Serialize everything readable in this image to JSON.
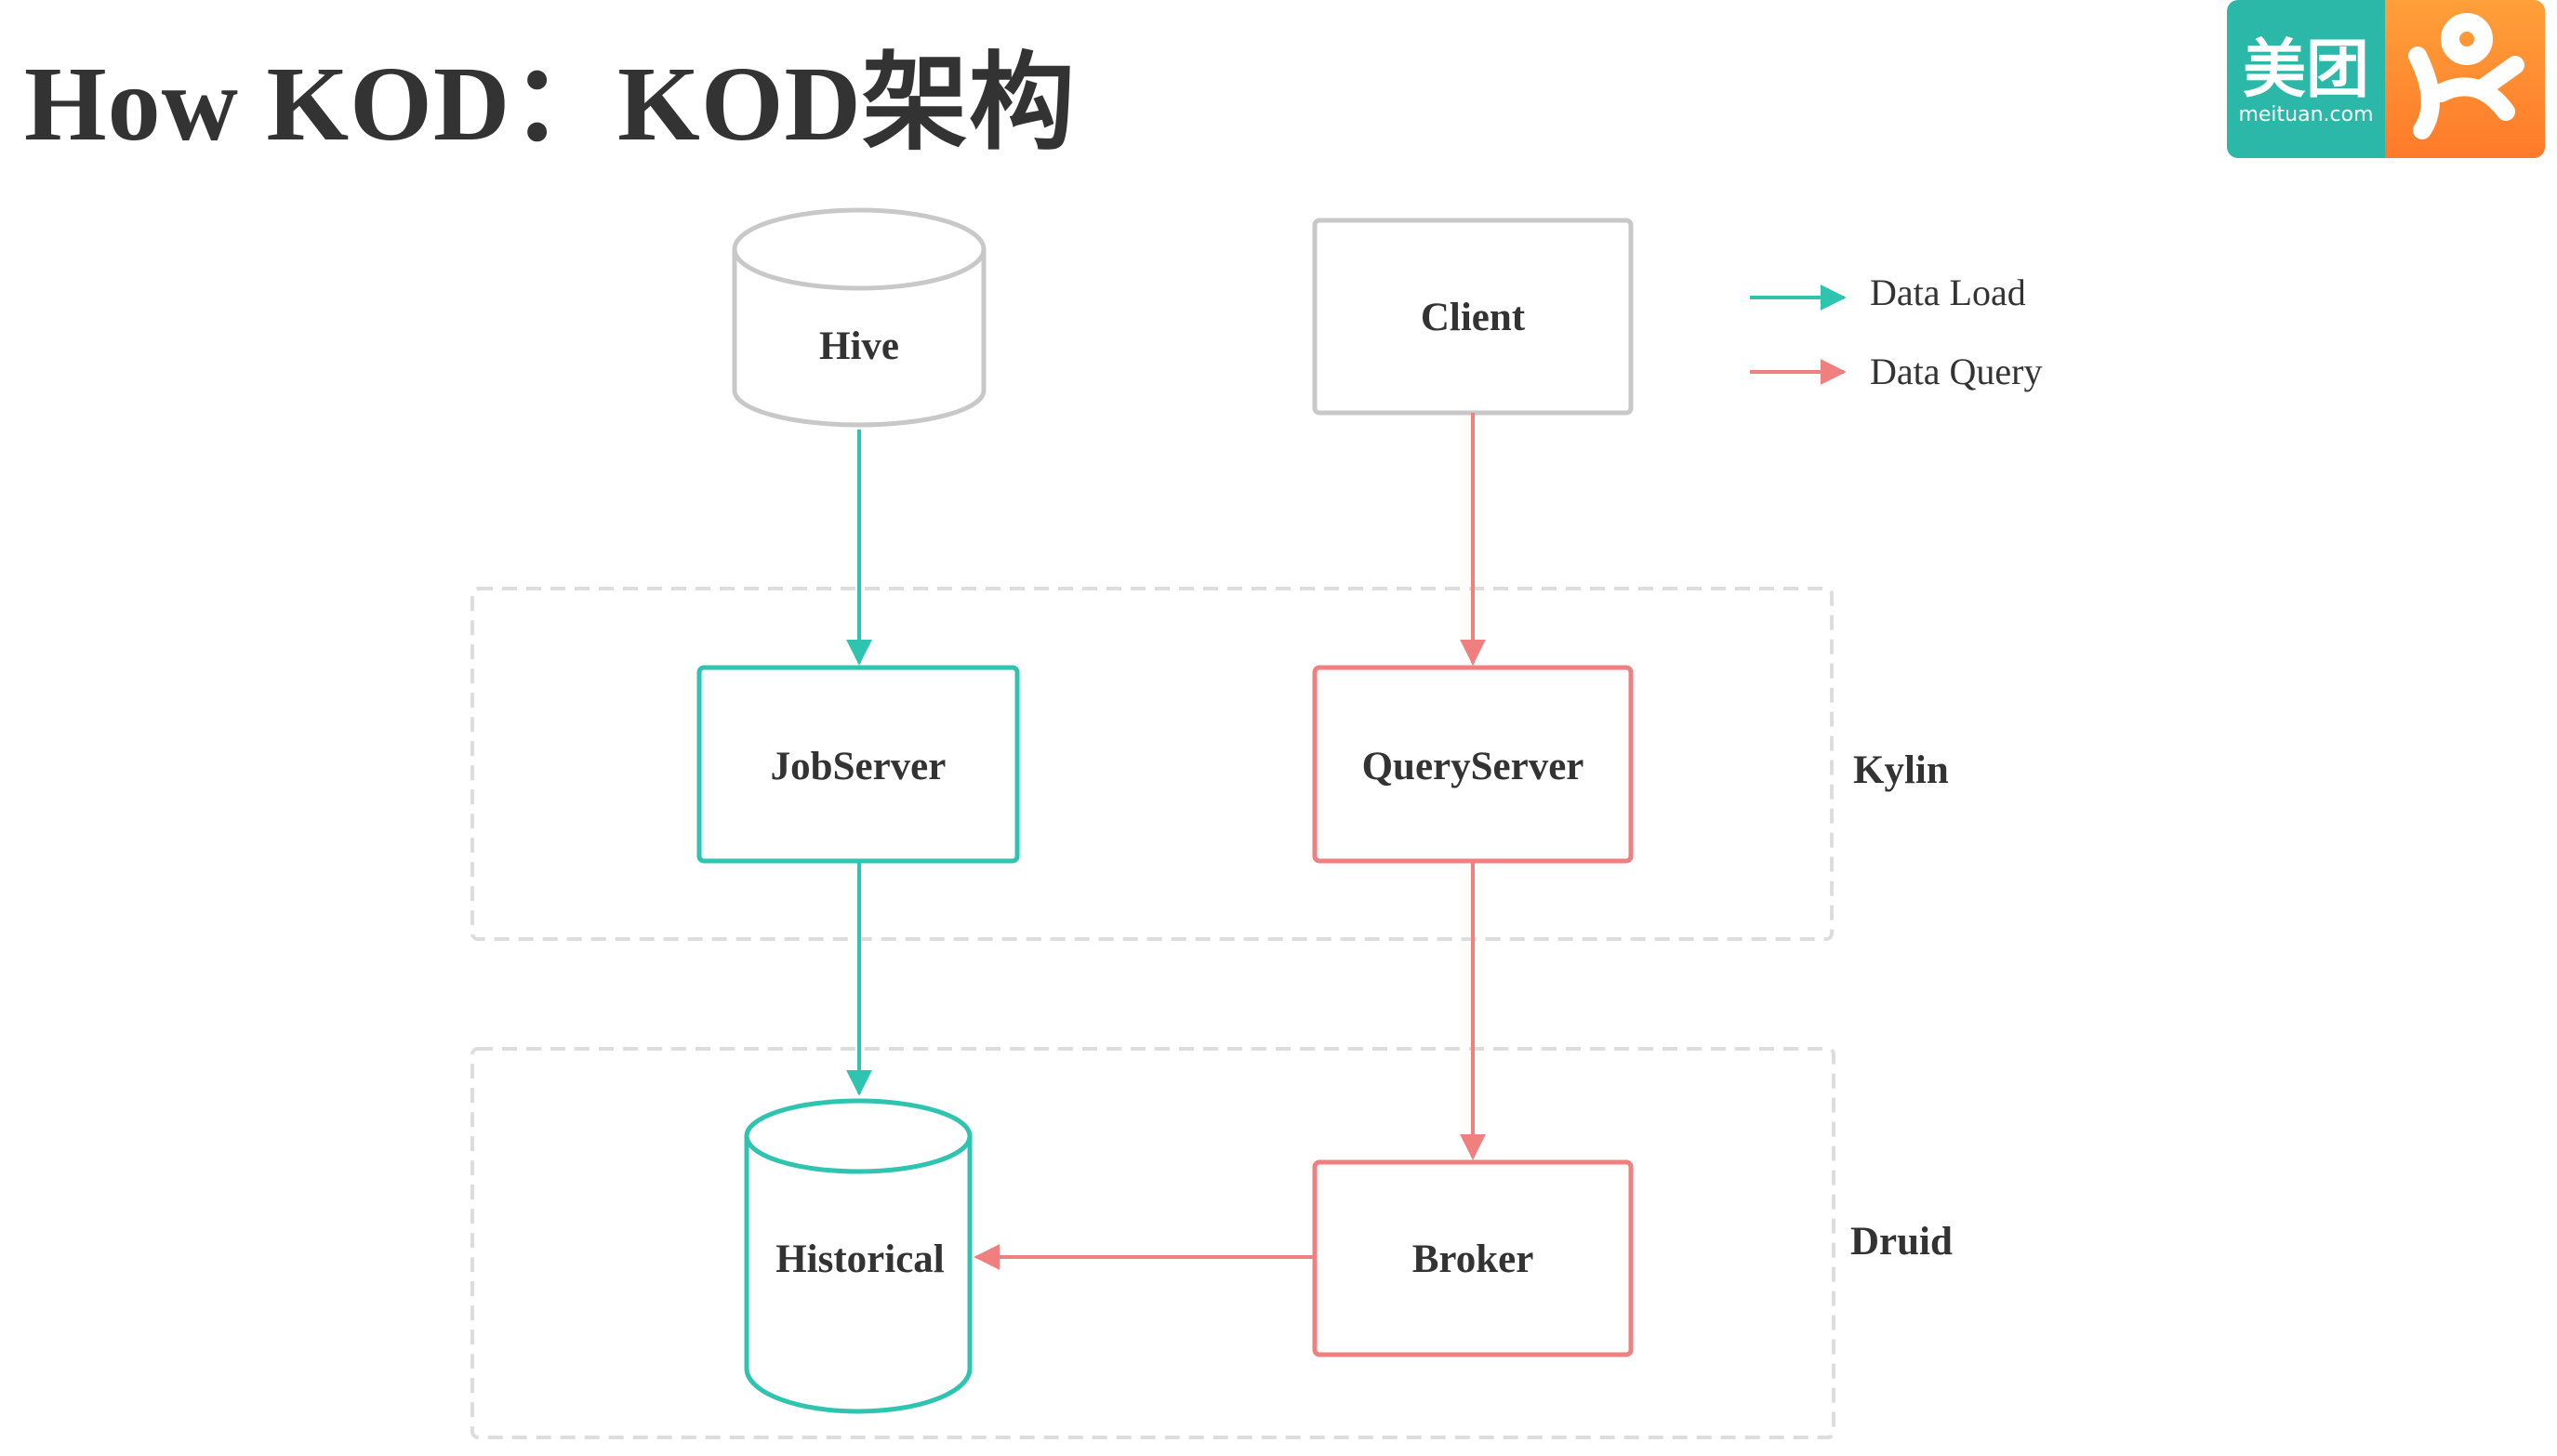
{
  "title": "How KOD：KOD架构",
  "logo": {
    "brand_cn": "美团",
    "brand_url": "meituan.com"
  },
  "legend": {
    "load": "Data Load",
    "query": "Data Query"
  },
  "groups": {
    "kylin": "Kylin",
    "druid": "Druid"
  },
  "nodes": {
    "hive": "Hive",
    "client": "Client",
    "jobserver": "JobServer",
    "queryserver": "QueryServer",
    "historical": "Historical",
    "broker": "Broker"
  },
  "colors": {
    "load": "#2ec4b0",
    "query": "#f08080",
    "neutral": "#bdbdbd",
    "text": "#333333",
    "logo_teal": "#2bb8a8",
    "logo_orange": "#ff8a30"
  }
}
